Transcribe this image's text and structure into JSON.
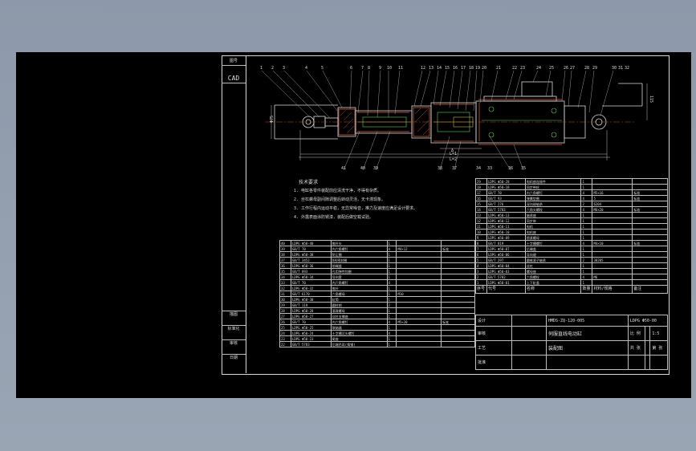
{
  "sidebar": {
    "top_label": "图号",
    "cad_label": "CAD",
    "labels": [
      "描图",
      "标准化",
      "审核",
      "日期"
    ]
  },
  "notes": {
    "heading": "技术要求",
    "lines": [
      "1. 电缸各零件装配前应清洗干净，不得有杂质。",
      "2. 丝杠螺母副间隙调整后转动灵活，无卡滞现象。",
      "3. 工作行程内运动平稳，无异常噪音，推力及速度应满足设计要求。",
      "4. 外露表面涂防锈漆，装配后做空载试验。"
    ]
  },
  "dims": {
    "left_dia": "Φ75",
    "right_height": "115",
    "overall_1": "L=1",
    "overall_2": "L=2",
    "stroke": "Δ"
  },
  "balloons_top": [
    "1",
    "2",
    "3",
    "4",
    "5",
    "6",
    "7",
    "8",
    "9",
    "10",
    "11",
    "12",
    "13",
    "14",
    "15",
    "16",
    "17",
    "18",
    "19",
    "20",
    "21",
    "22",
    "23",
    "24",
    "25",
    "26",
    "27",
    "28",
    "29",
    "30",
    "31",
    "32"
  ],
  "balloons_bottom": [
    "41",
    "40",
    "39",
    "38",
    "37",
    "36",
    "35",
    "34",
    "33"
  ],
  "bom_right": {
    "rows": [
      [
        "29",
        "LDPG Φ50-28",
        "电机座连接件",
        "1",
        "",
        ""
      ],
      [
        "18",
        "LDPG Φ50-18",
        "同步带轮",
        "1",
        "",
        ""
      ],
      [
        "17",
        "GB/T 70",
        "内六角螺钉",
        "4",
        "M5×16",
        "标准"
      ],
      [
        "16",
        "GB/T 93",
        "弹簧垫圈",
        "4",
        "5",
        "标准"
      ],
      [
        "15",
        "GB/T 276",
        "深沟球轴承",
        "2",
        "6204",
        ""
      ],
      [
        "14",
        "GB/T 5783",
        "六角头螺栓",
        "4",
        "M6×20",
        "标准"
      ],
      [
        "13",
        "LDPG Φ50-13",
        "轴承座",
        "1",
        "",
        ""
      ],
      [
        "12",
        "LDPG Φ50-12",
        "同步带",
        "1",
        "",
        ""
      ],
      [
        "11",
        "LDPG Φ50-11",
        "电机",
        "1",
        "",
        ""
      ],
      [
        "10",
        "LDPG Φ50-10",
        "电机座",
        "1",
        "",
        ""
      ],
      [
        "9",
        "LDPG Φ50-09",
        "锁紧螺母",
        "1",
        "",
        ""
      ],
      [
        "8",
        "GB/T 819",
        "十字槽螺钉",
        "4",
        "M4×10",
        "标准"
      ],
      [
        "7",
        "LDPG Φ50-07",
        "后端盖",
        "1",
        "",
        ""
      ],
      [
        "6",
        "LDPG Φ50-06",
        "导向键",
        "1",
        "",
        ""
      ],
      [
        "5",
        "GB/T 297",
        "圆锥滚子轴承",
        "2",
        "30205",
        ""
      ],
      [
        "4",
        "LDPG Φ50-04",
        "丝杠",
        "1",
        "",
        ""
      ],
      [
        "3",
        "LDPG Φ50-03",
        "螺母座",
        "1",
        "",
        ""
      ],
      [
        "2",
        "GB/T 5782",
        "六角螺栓",
        "4",
        "M6",
        ""
      ],
      [
        "1",
        "LDPG Φ50-01",
        "上下缸盖",
        "1",
        "",
        ""
      ]
    ],
    "header": [
      "序号",
      "代号",
      "名称",
      "数量",
      "材料/规格",
      "备注"
    ]
  },
  "bom_left": {
    "rows": [
      [
        "40",
        "LDPG Φ50-40",
        "推杆头",
        "1",
        "",
        ""
      ],
      [
        "39",
        "GB/T 70",
        "内六角螺钉",
        "4",
        "M4×12",
        "标准"
      ],
      [
        "38",
        "LDPG Φ50-38",
        "防尘圈",
        "1",
        "",
        ""
      ],
      [
        "37",
        "GB/T 3452",
        "O形密封圈",
        "1",
        "",
        ""
      ],
      [
        "36",
        "LDPG Φ50-36",
        "前端盖",
        "1",
        "",
        ""
      ],
      [
        "35",
        "GB/T 893",
        "孔用弹性挡圈",
        "1",
        "",
        ""
      ],
      [
        "34",
        "LDPG Φ50-34",
        "导向套",
        "1",
        "",
        ""
      ],
      [
        "33",
        "GB/T 70",
        "内六角螺钉",
        "4",
        "",
        ""
      ],
      [
        "32",
        "LDPG Φ50-32",
        "推杆",
        "1",
        "",
        ""
      ],
      [
        "31",
        "GB/T 6170",
        "六角螺母",
        "1",
        "M10",
        ""
      ],
      [
        "30",
        "LDPG Φ50-30",
        "缸筒",
        "1",
        "",
        ""
      ],
      [
        "29",
        "GB/T 119",
        "圆柱销",
        "2",
        "",
        ""
      ],
      [
        "28",
        "LDPG Φ50-28",
        "滚珠螺母",
        "1",
        "",
        ""
      ],
      [
        "27",
        "LDPG Φ50-27",
        "丝杠支撑座",
        "1",
        "",
        ""
      ],
      [
        "26",
        "GB/T 70",
        "内六角螺钉",
        "4",
        "M5×20",
        "标准"
      ],
      [
        "25",
        "LDPG Φ50-25",
        "联轴器",
        "1",
        "",
        ""
      ],
      [
        "24",
        "LDPG Φ50-24",
        "十字槽沉头螺钉",
        "4",
        "",
        ""
      ],
      [
        "23",
        "LDPG Φ50-23",
        "尾座",
        "1",
        "",
        ""
      ],
      [
        "22",
        "GB/T 5783",
        "后端吊耳(铸钢)",
        "1",
        "",
        ""
      ]
    ]
  },
  "title_block": {
    "drawing_no": "HMDS-ZQ-120-005",
    "part_code": "LDPG Φ50-00",
    "name": "伺服直线电动缸",
    "sheet_type": "装配图",
    "ratio_label": "比 例",
    "ratio": "1:5",
    "sheets_label": "共 张",
    "sheet_label": "第 张",
    "rows": [
      "设计",
      "审核",
      "工艺",
      "批准"
    ]
  }
}
